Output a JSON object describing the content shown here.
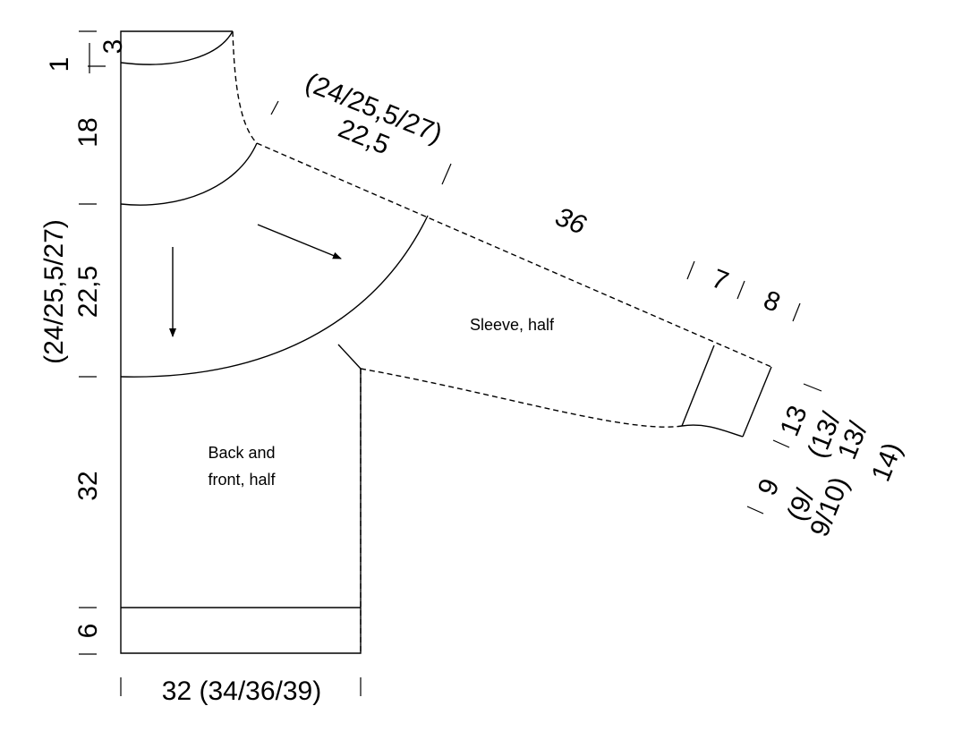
{
  "labels": {
    "sleeve": "Sleeve, half",
    "body_line1": "Back and",
    "body_line2": "front, half"
  },
  "dims": {
    "left_top_1": "1",
    "left_top_3": "3",
    "left_18": "18",
    "left_armhole_1": "(24/25,5/27)",
    "left_armhole_2": "22,5",
    "left_32": "32",
    "left_6": "6",
    "bottom_width": "32 (34/36/39)",
    "raglan_1": "(24/25,5/27)",
    "raglan_2": "22,5",
    "sleeve_length": "36",
    "cuff_7": "7",
    "cuff_8": "8",
    "wrist_a": "13",
    "wrist_b": "(13/",
    "wrist_c": "13/",
    "wrist_d": "14)",
    "cuff_w_a": "9",
    "cuff_w_b": "(9/",
    "cuff_w_c": "9/10)"
  }
}
